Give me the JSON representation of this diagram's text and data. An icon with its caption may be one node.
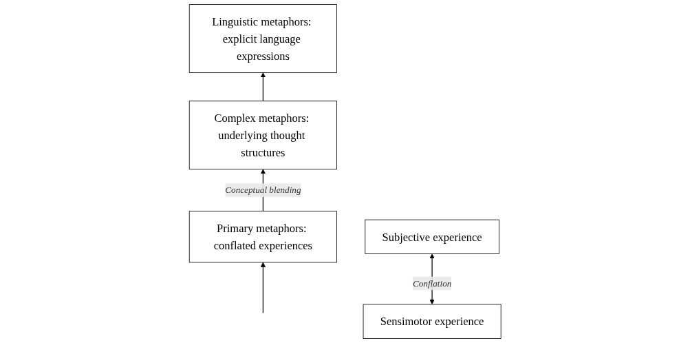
{
  "diagram": {
    "nodes": [
      {
        "text": [
          "Linguistic metaphors: explicit language expressions"
        ]
      },
      {
        "text": [
          "Complex metaphors: underlying thought structures"
        ]
      },
      {
        "text": [
          "Primary metaphors: conflated experiences"
        ]
      },
      {
        "text": [
          "Sensimotor experience"
        ]
      },
      {
        "text": [
          "Subjective experience"
        ]
      }
    ],
    "edges": [
      {
        "from": 1,
        "to": 0,
        "arrow": "to"
      },
      {
        "from": 2,
        "to": 1,
        "arrow": "to",
        "label": "Conceptual blending"
      },
      {
        "from": 3,
        "to": 4,
        "arrow": "both",
        "label": "Conflation"
      },
      {
        "from": null,
        "to": 2,
        "arrow": "to"
      }
    ]
  }
}
